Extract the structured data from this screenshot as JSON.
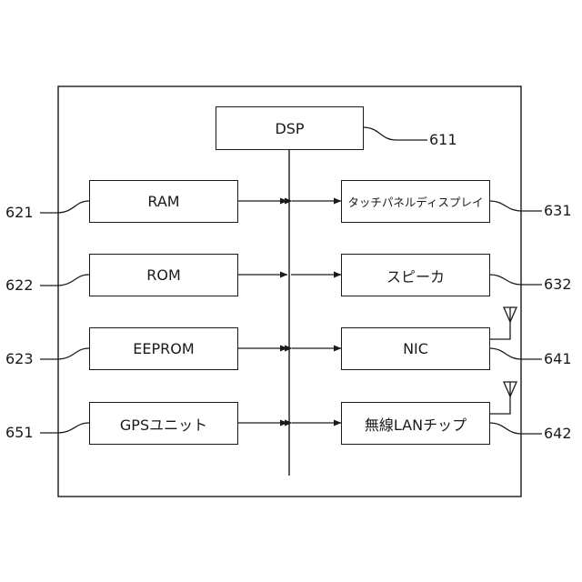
{
  "components": {
    "dsp": {
      "label": "DSP",
      "ref": "611"
    },
    "ram": {
      "label": "RAM",
      "ref": "621"
    },
    "rom": {
      "label": "ROM",
      "ref": "622"
    },
    "eeprom": {
      "label": "EEPROM",
      "ref": "623"
    },
    "gps": {
      "label": "GPSユニット",
      "ref": "651"
    },
    "touch_panel": {
      "label": "タッチパネルディスプレイ",
      "ref": "631"
    },
    "speaker": {
      "label": "スピーカ",
      "ref": "632"
    },
    "nic": {
      "label": "NIC",
      "ref": "641"
    },
    "wireless_chip": {
      "label": "無線LANチップ",
      "ref": "642"
    }
  },
  "connections": [
    {
      "from": "ram",
      "to": "bus",
      "direction": "bidirectional"
    },
    {
      "from": "rom",
      "to": "bus",
      "direction": "to-bus"
    },
    {
      "from": "eeprom",
      "to": "bus",
      "direction": "bidirectional"
    },
    {
      "from": "gps",
      "to": "bus",
      "direction": "to-bus"
    },
    {
      "from": "bus",
      "to": "touch_panel",
      "direction": "bidirectional"
    },
    {
      "from": "bus",
      "to": "speaker",
      "direction": "to-device"
    },
    {
      "from": "bus",
      "to": "nic",
      "direction": "bidirectional"
    },
    {
      "from": "bus",
      "to": "wireless_chip",
      "direction": "bidirectional"
    }
  ],
  "antennas": [
    "nic",
    "wireless_chip"
  ]
}
